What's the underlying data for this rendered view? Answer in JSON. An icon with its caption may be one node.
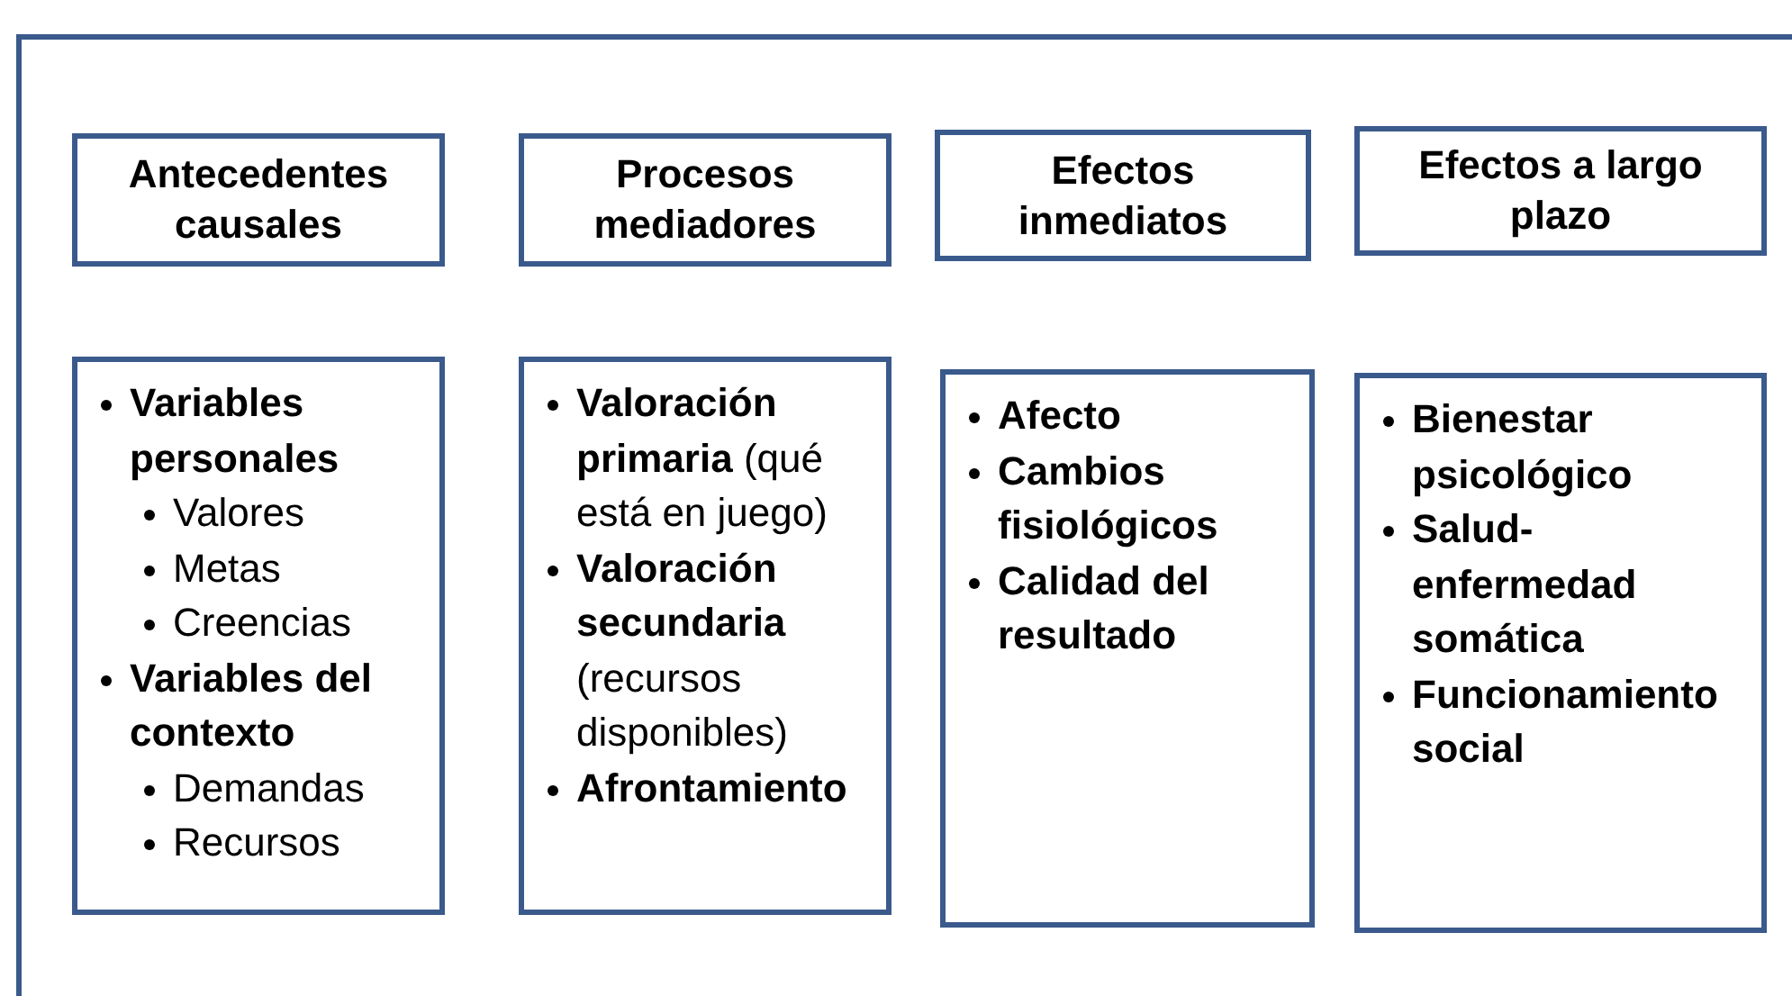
{
  "diagram": {
    "nodes": [
      {
        "text": [
          "Antecedentes causales"
        ]
      },
      {
        "text": [
          "Procesos mediadores"
        ]
      },
      {
        "text": [
          "Efectos inmediatos"
        ]
      },
      {
        "text": [
          "Efectos a largo plazo"
        ]
      },
      {
        "text": [
          "Variables personales",
          "Valores",
          "Metas",
          "Creencias",
          "Variables del contexto",
          "Demandas",
          "Recursos"
        ]
      },
      {
        "text": [
          "**Valoración primaria** (qué está en juego)",
          "**Valoración secundaria** (recursos disponibles)",
          "Afrontamiento"
        ]
      },
      {
        "text": [
          "Afecto",
          "Cambios fisiológicos",
          "Calidad del resultado"
        ]
      },
      {
        "text": [
          "Bienestar psicológico",
          "Salud-enfermedad somática",
          "Funcionamiento social"
        ]
      }
    ],
    "edges": []
  }
}
